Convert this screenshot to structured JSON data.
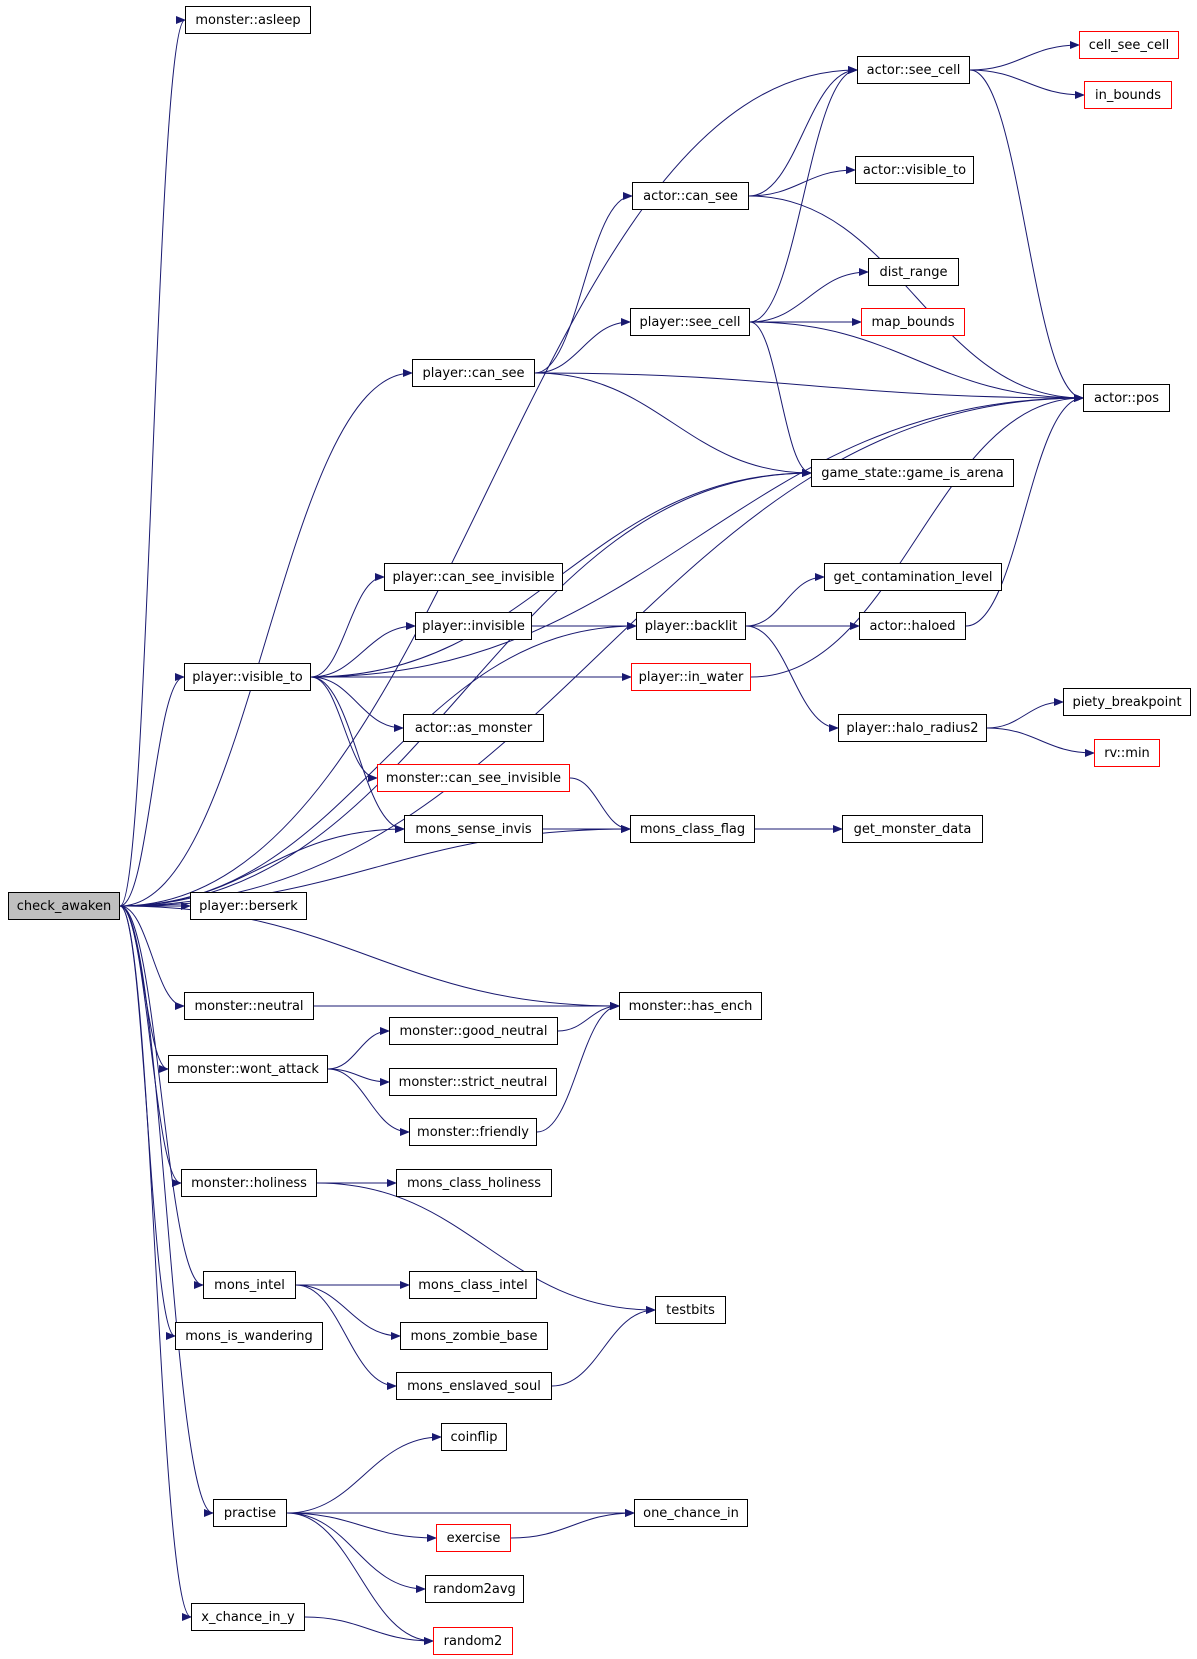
{
  "colors": {
    "edge": "#191970",
    "node_border": "#000000",
    "truncated_border": "#ff0000",
    "root_fill": "#bfbfbf",
    "background": "#ffffff"
  },
  "nodes": {
    "check_awaken": "check_awaken",
    "monster_asleep": "monster::asleep",
    "actor_see_cell": "actor::see_cell",
    "cell_see_cell": "cell_see_cell",
    "in_bounds": "in_bounds",
    "actor_visible_to": "actor::visible_to",
    "actor_can_see": "actor::can_see",
    "dist_range": "dist_range",
    "player_see_cell": "player::see_cell",
    "map_bounds": "map_bounds",
    "player_can_see": "player::can_see",
    "actor_pos": "actor::pos",
    "game_is_arena": "game_state::game_is_arena",
    "player_can_see_invisible": "player::can_see_invisible",
    "get_contamination_level": "get_contamination_level",
    "player_invisible": "player::invisible",
    "player_backlit": "player::backlit",
    "actor_haloed": "actor::haloed",
    "player_visible_to": "player::visible_to",
    "player_in_water": "player::in_water",
    "piety_breakpoint": "piety_breakpoint",
    "actor_as_monster": "actor::as_monster",
    "player_halo_radius2": "player::halo_radius2",
    "rv_min": "rv::min",
    "monster_can_see_invisible": "monster::can_see_invisible",
    "mons_sense_invis": "mons_sense_invis",
    "mons_class_flag": "mons_class_flag",
    "get_monster_data": "get_monster_data",
    "player_berserk": "player::berserk",
    "monster_neutral": "monster::neutral",
    "monster_has_ench": "monster::has_ench",
    "monster_good_neutral": "monster::good_neutral",
    "monster_wont_attack": "monster::wont_attack",
    "monster_strict_neutral": "monster::strict_neutral",
    "monster_friendly": "monster::friendly",
    "monster_holiness": "monster::holiness",
    "mons_class_holiness": "mons_class_holiness",
    "testbits": "testbits",
    "mons_intel": "mons_intel",
    "mons_class_intel": "mons_class_intel",
    "mons_is_wandering": "mons_is_wandering",
    "mons_zombie_base": "mons_zombie_base",
    "mons_enslaved_soul": "mons_enslaved_soul",
    "coinflip": "coinflip",
    "practise": "practise",
    "one_chance_in": "one_chance_in",
    "exercise": "exercise",
    "random2avg": "random2avg",
    "x_chance_in_y": "x_chance_in_y",
    "random2": "random2"
  },
  "edges": [
    [
      "check_awaken",
      "monster_asleep"
    ],
    [
      "check_awaken",
      "actor_see_cell"
    ],
    [
      "check_awaken",
      "actor_pos"
    ],
    [
      "check_awaken",
      "player_can_see"
    ],
    [
      "check_awaken",
      "game_is_arena"
    ],
    [
      "check_awaken",
      "player_backlit"
    ],
    [
      "check_awaken",
      "player_visible_to"
    ],
    [
      "check_awaken",
      "mons_sense_invis"
    ],
    [
      "check_awaken",
      "mons_class_flag"
    ],
    [
      "check_awaken",
      "player_berserk"
    ],
    [
      "check_awaken",
      "monster_has_ench"
    ],
    [
      "check_awaken",
      "monster_neutral"
    ],
    [
      "check_awaken",
      "monster_wont_attack"
    ],
    [
      "check_awaken",
      "monster_holiness"
    ],
    [
      "check_awaken",
      "mons_intel"
    ],
    [
      "check_awaken",
      "mons_is_wandering"
    ],
    [
      "check_awaken",
      "practise"
    ],
    [
      "check_awaken",
      "x_chance_in_y"
    ],
    [
      "actor_see_cell",
      "cell_see_cell"
    ],
    [
      "actor_see_cell",
      "in_bounds"
    ],
    [
      "actor_see_cell",
      "actor_pos"
    ],
    [
      "actor_can_see",
      "actor_see_cell"
    ],
    [
      "actor_can_see",
      "actor_visible_to"
    ],
    [
      "actor_can_see",
      "actor_pos"
    ],
    [
      "player_see_cell",
      "actor_see_cell"
    ],
    [
      "player_see_cell",
      "dist_range"
    ],
    [
      "player_see_cell",
      "map_bounds"
    ],
    [
      "player_see_cell",
      "actor_pos"
    ],
    [
      "player_see_cell",
      "game_is_arena"
    ],
    [
      "player_can_see",
      "actor_can_see"
    ],
    [
      "player_can_see",
      "player_see_cell"
    ],
    [
      "player_can_see",
      "actor_pos"
    ],
    [
      "player_can_see",
      "game_is_arena"
    ],
    [
      "player_visible_to",
      "game_is_arena"
    ],
    [
      "player_visible_to",
      "actor_pos"
    ],
    [
      "player_visible_to",
      "player_can_see_invisible"
    ],
    [
      "player_visible_to",
      "player_invisible"
    ],
    [
      "player_visible_to",
      "player_in_water"
    ],
    [
      "player_visible_to",
      "actor_as_monster"
    ],
    [
      "player_visible_to",
      "monster_can_see_invisible"
    ],
    [
      "player_visible_to",
      "mons_sense_invis"
    ],
    [
      "player_invisible",
      "player_backlit"
    ],
    [
      "player_backlit",
      "get_contamination_level"
    ],
    [
      "player_backlit",
      "actor_haloed"
    ],
    [
      "player_backlit",
      "player_halo_radius2"
    ],
    [
      "actor_haloed",
      "actor_pos"
    ],
    [
      "player_in_water",
      "actor_pos"
    ],
    [
      "player_halo_radius2",
      "piety_breakpoint"
    ],
    [
      "player_halo_radius2",
      "rv_min"
    ],
    [
      "monster_can_see_invisible",
      "mons_class_flag"
    ],
    [
      "mons_sense_invis",
      "mons_class_flag"
    ],
    [
      "mons_class_flag",
      "get_monster_data"
    ],
    [
      "monster_neutral",
      "monster_has_ench"
    ],
    [
      "monster_wont_attack",
      "monster_good_neutral"
    ],
    [
      "monster_wont_attack",
      "monster_strict_neutral"
    ],
    [
      "monster_wont_attack",
      "monster_friendly"
    ],
    [
      "monster_good_neutral",
      "monster_has_ench"
    ],
    [
      "monster_friendly",
      "monster_has_ench"
    ],
    [
      "monster_holiness",
      "mons_class_holiness"
    ],
    [
      "monster_holiness",
      "testbits"
    ],
    [
      "mons_intel",
      "mons_class_intel"
    ],
    [
      "mons_intel",
      "mons_zombie_base"
    ],
    [
      "mons_intel",
      "mons_enslaved_soul"
    ],
    [
      "mons_enslaved_soul",
      "testbits"
    ],
    [
      "practise",
      "coinflip"
    ],
    [
      "practise",
      "one_chance_in"
    ],
    [
      "practise",
      "exercise"
    ],
    [
      "practise",
      "random2avg"
    ],
    [
      "practise",
      "random2"
    ],
    [
      "exercise",
      "one_chance_in"
    ],
    [
      "x_chance_in_y",
      "random2"
    ]
  ]
}
